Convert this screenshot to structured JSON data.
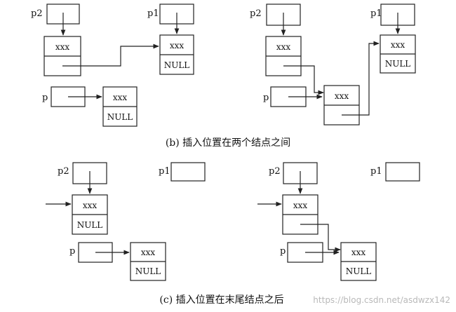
{
  "labels": {
    "p": "p",
    "p1": "p1",
    "p2": "p2"
  },
  "node": {
    "data": "xxx",
    "null": "NULL"
  },
  "captions": {
    "b": "(b) 插入位置在两个结点之间",
    "c": "(c) 插入位置在末尾结点之后"
  },
  "watermark": "https://blog.csdn.net/asdwzx142"
}
